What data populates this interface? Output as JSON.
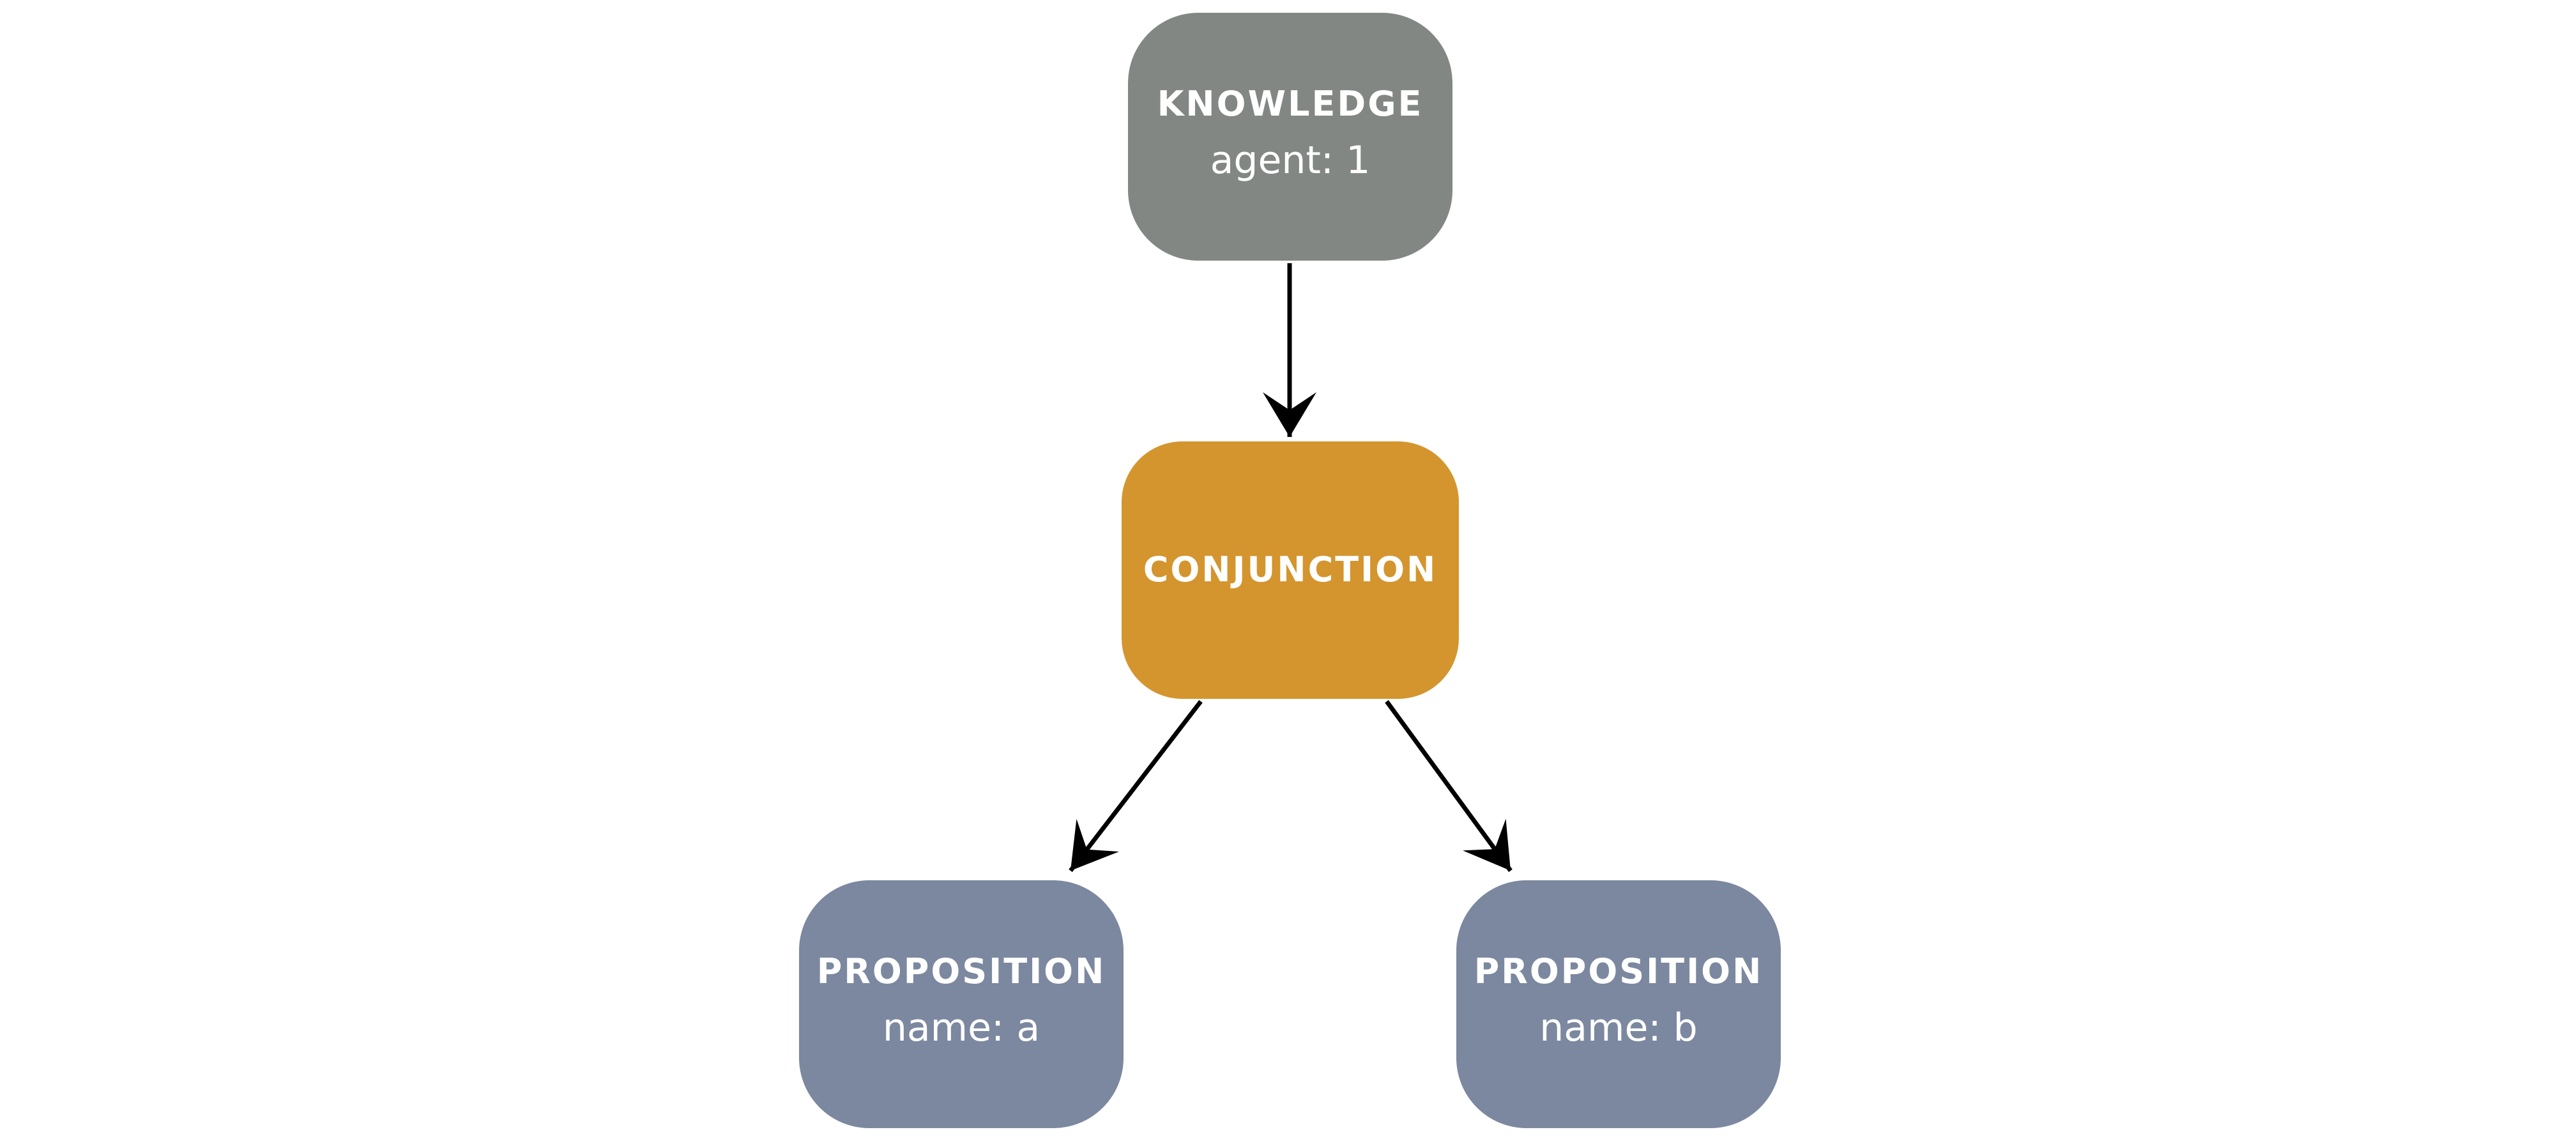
{
  "colors": {
    "knowledge": "#828784",
    "conjunction": "#d4952e",
    "proposition": "#7b889f",
    "edge": "#000000"
  },
  "nodes": {
    "knowledge": {
      "type": "KNOWLEDGE",
      "attr": "agent: 1"
    },
    "conjunction": {
      "type": "CONJUNCTION"
    },
    "prop_a": {
      "type": "PROPOSITION",
      "attr": "name: a"
    },
    "prop_b": {
      "type": "PROPOSITION",
      "attr": "name: b"
    }
  }
}
